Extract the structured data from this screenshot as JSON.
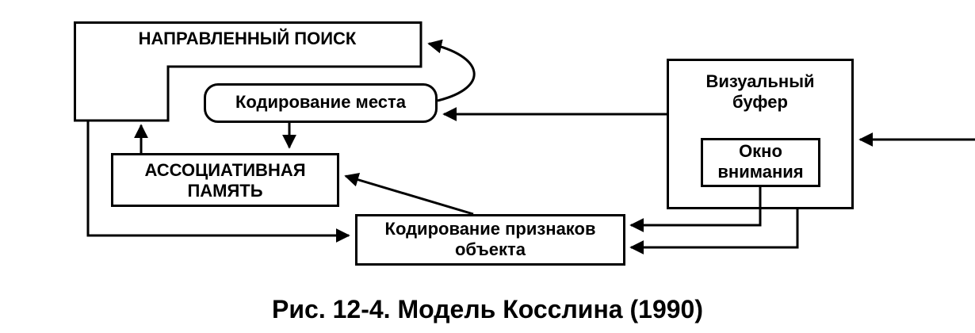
{
  "diagram": {
    "nodes": {
      "directed_search": "НАПРАВЛЕННЫЙ ПОИСК",
      "place_encoding": "Кодирование места",
      "associative_memory": [
        "АССОЦИАТИВНАЯ",
        "ПАМЯТЬ"
      ],
      "feature_encoding": [
        "Кодирование признаков",
        "объекта"
      ],
      "visual_buffer": [
        "Визуальный",
        "буфер"
      ],
      "attention_window": [
        "Окно",
        "внимания"
      ]
    },
    "edges": [
      {
        "from": "external_input",
        "to": "visual_buffer"
      },
      {
        "from": "visual_buffer",
        "to": "place_encoding"
      },
      {
        "from": "attention_window",
        "to": "feature_encoding"
      },
      {
        "from": "visual_buffer",
        "to": "feature_encoding"
      },
      {
        "from": "place_encoding",
        "to": "directed_search"
      },
      {
        "from": "place_encoding",
        "to": "associative_memory"
      },
      {
        "from": "associative_memory",
        "to": "directed_search"
      },
      {
        "from": "feature_encoding",
        "to": "associative_memory"
      },
      {
        "from": "directed_search",
        "to": "feature_encoding"
      }
    ]
  },
  "caption": "Рис. 12-4. Модель Косслина (1990)"
}
